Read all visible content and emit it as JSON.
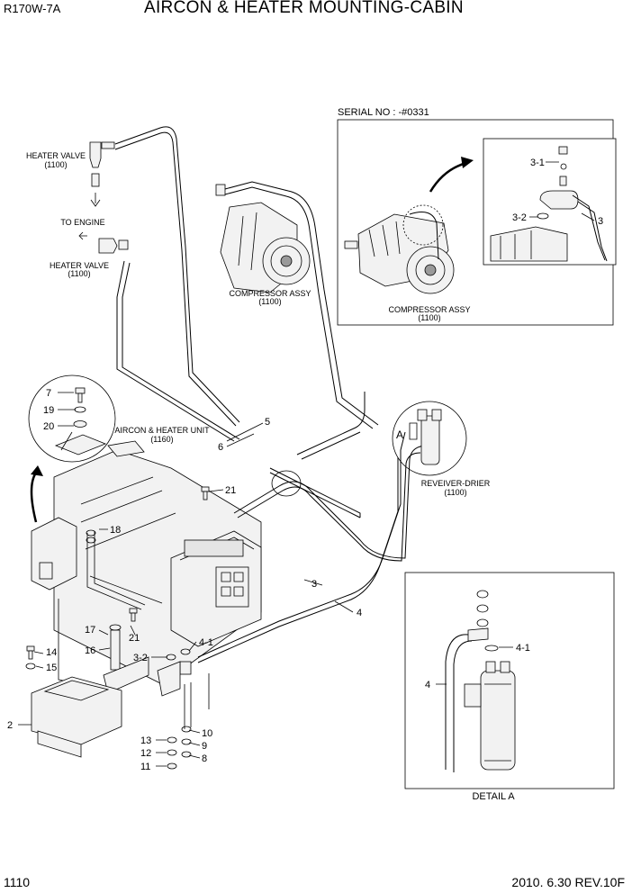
{
  "header": {
    "model": "R170W-7A",
    "title": "AIRCON & HEATER MOUNTING-CABIN"
  },
  "footer": {
    "page": "1110",
    "date_rev": "2010. 6.30  REV.10F"
  },
  "labels": {
    "heater_valve_top": "HEATER VALVE",
    "heater_valve_top_code": "(1100)",
    "to_engine": "TO ENGINE",
    "heater_valve_bottom": "HEATER VALVE",
    "heater_valve_bottom_code": "(1100)",
    "compressor": "COMPRESSOR ASSY",
    "compressor_code": "(1100)",
    "serial": "SERIAL NO : -#0331",
    "compressor_inset": "COMPRESSOR ASSY",
    "compressor_inset_code": "(1100)",
    "aircon_unit": "AIRCON & HEATER UNIT",
    "aircon_unit_code": "(1160)",
    "receiver": "REVEIVER-DRIER",
    "receiver_code": "(1100)",
    "detail_a": "DETAIL A",
    "callout_a": "A"
  },
  "callouts": {
    "c7": "7",
    "c19": "19",
    "c20": "20",
    "c5": "5",
    "c6": "6",
    "c21a": "21",
    "c18": "18",
    "c21b": "21",
    "c3": "3",
    "c4": "4",
    "c17": "17",
    "c16": "16",
    "c14": "14",
    "c15": "15",
    "c2": "2",
    "c3_2": "3-2",
    "c4_1": "4-1",
    "c10": "10",
    "c9": "9",
    "c8": "8",
    "c13": "13",
    "c12": "12",
    "c11": "11",
    "ins_3_1": "3-1",
    "ins_3_2": "3-2",
    "ins_3": "3",
    "det_4_1": "4-1",
    "det_4": "4"
  }
}
